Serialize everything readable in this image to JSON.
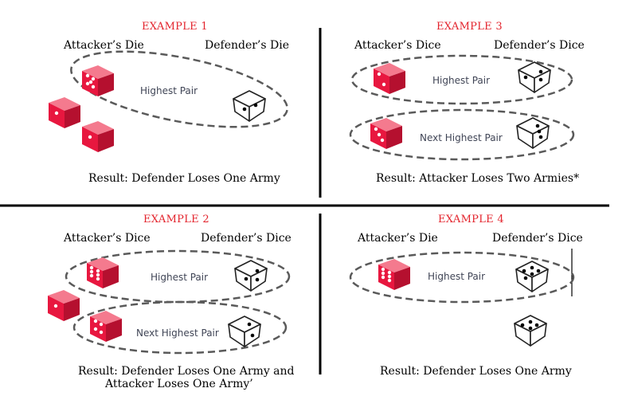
{
  "colors": {
    "title": "#e3232c",
    "attacker_die": "#e8173f",
    "defender_die": "#ffffff",
    "pair_text": "#404556"
  },
  "examples": [
    {
      "title": "EXAMPLE 1",
      "attacker_label": "Attacker’s Die",
      "defender_label": "Defender’s Die",
      "pairs": [
        "Highest Pair"
      ],
      "result": [
        "Result: Defender Loses One Army"
      ]
    },
    {
      "title": "EXAMPLE 3",
      "attacker_label": "Attacker’s Dice",
      "defender_label": "Defender’s Dice",
      "pairs": [
        "Highest Pair",
        "Next Highest Pair"
      ],
      "result": [
        "Result: Attacker Loses Two Armies*"
      ]
    },
    {
      "title": "EXAMPLE 2",
      "attacker_label": "Attacker’s Dice",
      "defender_label": "Defender’s Dice",
      "pairs": [
        "Highest Pair",
        "Next Highest Pair"
      ],
      "result": [
        "Result: Defender Loses One Army and",
        "Attacker Loses One Army’"
      ]
    },
    {
      "title": "EXAMPLE 4",
      "attacker_label": "Attacker’s Die",
      "defender_label": "Defender’s Dice",
      "pairs": [
        "Highest Pair"
      ],
      "result": [
        "Result: Defender Loses One Army"
      ]
    }
  ]
}
